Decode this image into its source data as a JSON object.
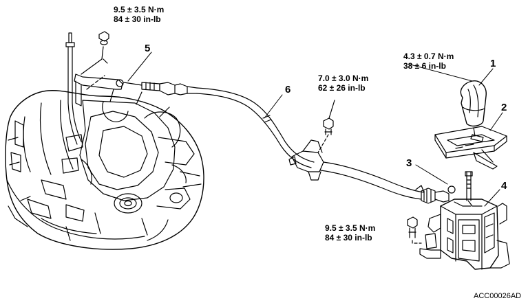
{
  "torque_labels": {
    "top": [
      "9.5 ± 3.5 N·m",
      "84 ± 30 in-lb"
    ],
    "bracket": [
      "7.0 ± 3.0 N·m",
      "62 ± 26 in-lb"
    ],
    "knob": [
      "4.3 ± 0.7 N·m",
      "38 ± 6 in-lb"
    ],
    "lever_bolt": [
      "9.5 ± 3.5 N·m",
      "84 ± 30 in-lb"
    ]
  },
  "callouts": [
    "1",
    "2",
    "3",
    "4",
    "5",
    "6"
  ],
  "figure_code": "ACC00026AD"
}
